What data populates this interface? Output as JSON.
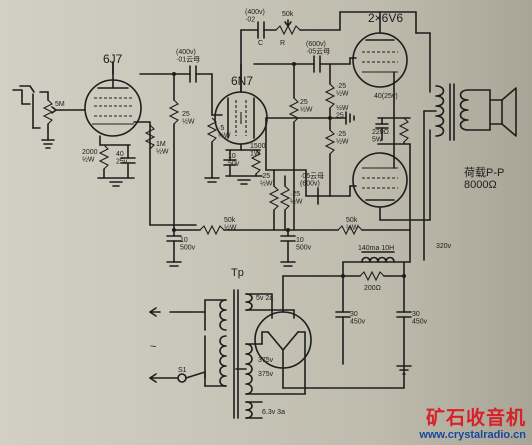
{
  "tubes": {
    "v1": "6J7",
    "v2": "6N7",
    "v3": "2×6V6"
  },
  "labels": {
    "input_pot": "5M",
    "c_coupling1": "(400v)\n·01云母",
    "r_v1_cathode": "2000\n½W",
    "c_v1_cathode": "40\n25v",
    "r_v1_g2": "1M\n½W",
    "r_v1_plate": "25\n½W",
    "r_v2_grid": "·5\n½W",
    "r_v2_cathode": "1500\n1W",
    "c_v2_cathode": "10\n50v",
    "c_fb_top": "(400v)\n·02",
    "c_fb_top_letter": "C",
    "r_fb_pot": "50k",
    "r_fb_pot_letter": "R",
    "c_v3_grid_top": "(600v)\n·05云母",
    "r_v3_grid_top": "25\n½W",
    "r_v3_gridstop_top": "·25\n½W",
    "r_mid": "½W\n25",
    "r_v3_grid_bot": "·25\n½W",
    "c_v3_cathode": "40(25v)",
    "r_v3_cathode": "220Ω\n5W",
    "r_bias_a": "·25\n½W",
    "r_bias_b": "·25\n½W",
    "c_v3_grid_bot": "·05云母\n(600v)",
    "r_dec1": "50k\n½W",
    "r_dec2": "50k\n½W",
    "c_dec1": "10\n500v",
    "c_dec2": "10\n500v",
    "b_plus": "320v",
    "choke": "140ma 10H",
    "choke_r": "200Ω",
    "c_filt1": "30\n450v",
    "c_filt2": "30\n450v",
    "load": "荷载P-P\n8000Ω",
    "tr": "Tp",
    "sec_5v": "5v 2a",
    "sec_375a": "375v",
    "sec_375b": "375v",
    "sec_63v": "6.3v 3a",
    "switch": "S1",
    "ac_symbol": "~"
  },
  "logo": {
    "cn": "矿石收音机",
    "url": "www.crystalradio.cn"
  },
  "colors": {
    "paper": "#c9c7b9",
    "ink": "#1d1d1d",
    "logo_red": "#d8202a",
    "logo_blue": "#17479e"
  }
}
